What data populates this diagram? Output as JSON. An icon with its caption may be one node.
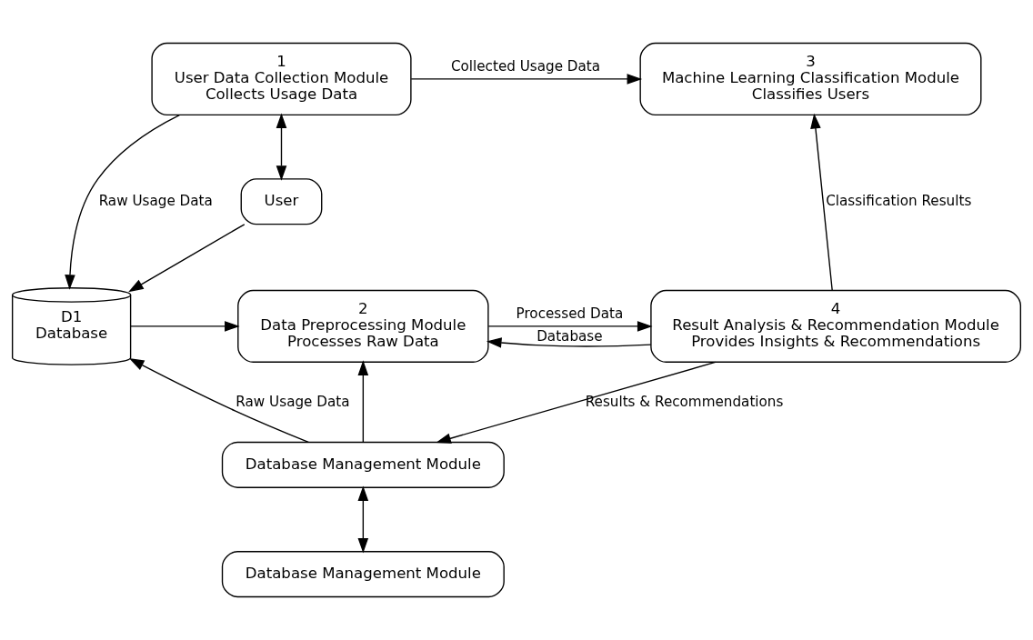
{
  "diagram": {
    "nodes": [
      {
        "text": [
          "1",
          "User Data Collection Module",
          "Collects Usage Data"
        ]
      },
      {
        "text": [
          "3",
          "Machine Learning Classification Module",
          "Classifies Users"
        ]
      },
      {
        "text": [
          "User"
        ]
      },
      {
        "text": [
          "D1",
          "Database"
        ]
      },
      {
        "text": [
          "2",
          "Data Preprocessing Module",
          "Processes Raw Data"
        ]
      },
      {
        "text": [
          "4",
          "Result Analysis & Recommendation Module",
          "Provides Insights & Recommendations"
        ]
      },
      {
        "text": [
          "Database Management Module"
        ]
      },
      {
        "text": [
          "Database Management Module"
        ]
      }
    ],
    "edges": [
      {
        "from": 0,
        "to": 2,
        "arrow": "both"
      },
      {
        "from": 0,
        "to": 1,
        "arrow": "to",
        "label": "Collected Usage Data"
      },
      {
        "from": 0,
        "to": 3,
        "arrow": "to",
        "label": "Raw Usage Data"
      },
      {
        "from": 2,
        "to": 3,
        "arrow": "to"
      },
      {
        "from": 3,
        "to": 4,
        "arrow": "to"
      },
      {
        "from": 4,
        "to": 5,
        "arrow": "to",
        "label": "Processed Data"
      },
      {
        "from": 5,
        "to": 1,
        "arrow": "to",
        "label": "Classification Results"
      },
      {
        "from": 5,
        "to": 4,
        "arrow": "to",
        "label": "Database"
      },
      {
        "from": 6,
        "to": 4,
        "arrow": "to"
      },
      {
        "from": 6,
        "to": 3,
        "arrow": "to",
        "label": "Raw Usage Data"
      },
      {
        "from": 5,
        "to": 6,
        "arrow": "to",
        "label": "Results & Recommendations"
      },
      {
        "from": 6,
        "to": 7,
        "arrow": "both"
      }
    ]
  }
}
